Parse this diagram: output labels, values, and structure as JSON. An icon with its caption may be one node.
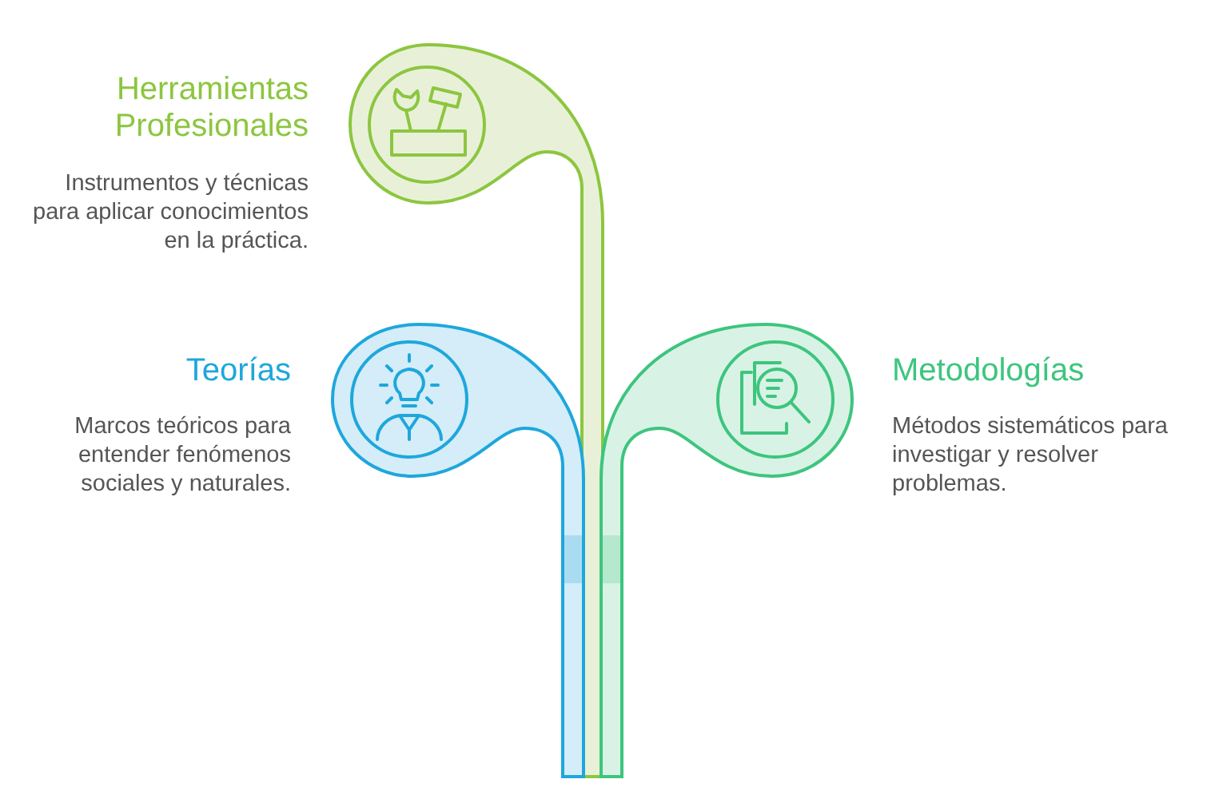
{
  "diagram": {
    "nodes": [
      {
        "text": [
          "Herramientas Profesionales",
          "Instrumentos y técnicas para aplicar conocimientos en la práctica."
        ]
      },
      {
        "text": [
          "Teorías",
          "Marcos teóricos para entender fenómenos sociales y naturales."
        ]
      },
      {
        "text": [
          "Metodologías",
          "Métodos sistemáticos para investigar y resolver problemas."
        ]
      }
    ],
    "edges": []
  }
}
